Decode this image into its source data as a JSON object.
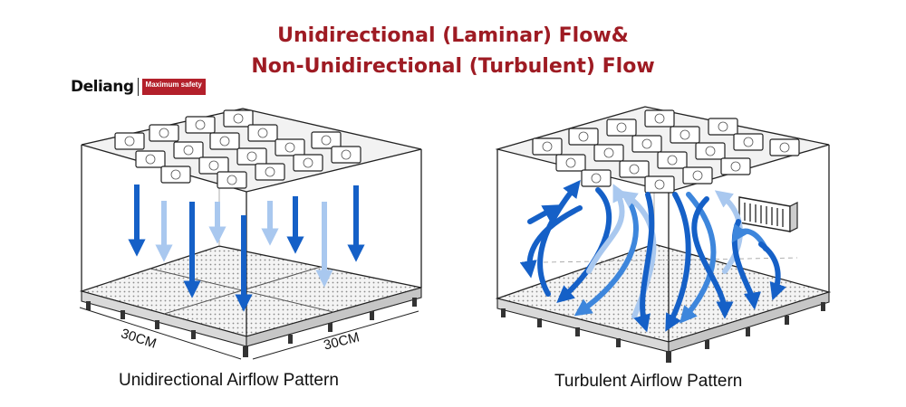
{
  "title": {
    "line1": "Unidirectional (Laminar) Flow&",
    "line2": "Non-Unidirectional (Turbulent) Flow"
  },
  "logo": {
    "brand": "Deliang",
    "tagline": "Maximum safety"
  },
  "left_diagram": {
    "caption": "Unidirectional Airflow Pattern",
    "dimension_a": "30CM",
    "dimension_b": "30CM"
  },
  "right_diagram": {
    "caption": "Turbulent Airflow Pattern"
  },
  "colors": {
    "title": "#9e1b23",
    "arrow_blue": "#1560c7",
    "arrow_light": "#a9c8ef",
    "badge": "#b3202b"
  }
}
